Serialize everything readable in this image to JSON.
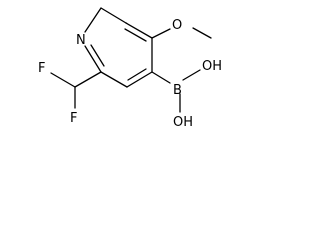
{
  "atoms": {
    "n1": "N",
    "o1": "O",
    "b1": "B",
    "oh1": "OH",
    "oh2": "OH",
    "f1": "F",
    "f2": "F"
  }
}
